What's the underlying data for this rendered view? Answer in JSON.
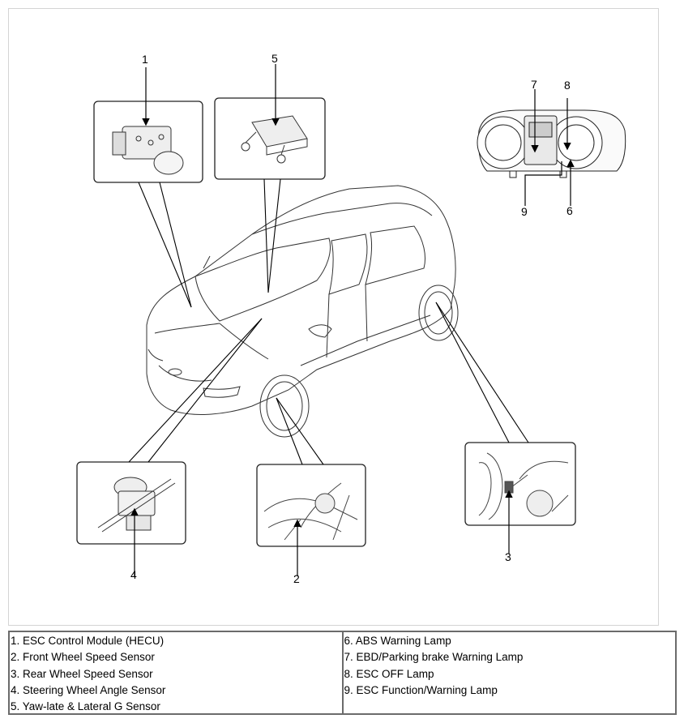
{
  "callouts": {
    "c1": "1",
    "c2": "2",
    "c3": "3",
    "c4": "4",
    "c5": "5",
    "c6": "6",
    "c7": "7",
    "c8": "8",
    "c9": "9"
  },
  "legend": {
    "left": [
      "1. ESC Control Module (HECU)",
      "2. Front Wheel Speed Sensor",
      "3. Rear Wheel Speed Sensor",
      "4. Steering Wheel Angle Sensor",
      "5. Yaw-late & Lateral G Sensor"
    ],
    "right": [
      "6. ABS Warning Lamp",
      "7. EBD/Parking brake Warning Lamp",
      "8. ESC OFF Lamp",
      "9. ESC Function/Warning Lamp"
    ]
  }
}
